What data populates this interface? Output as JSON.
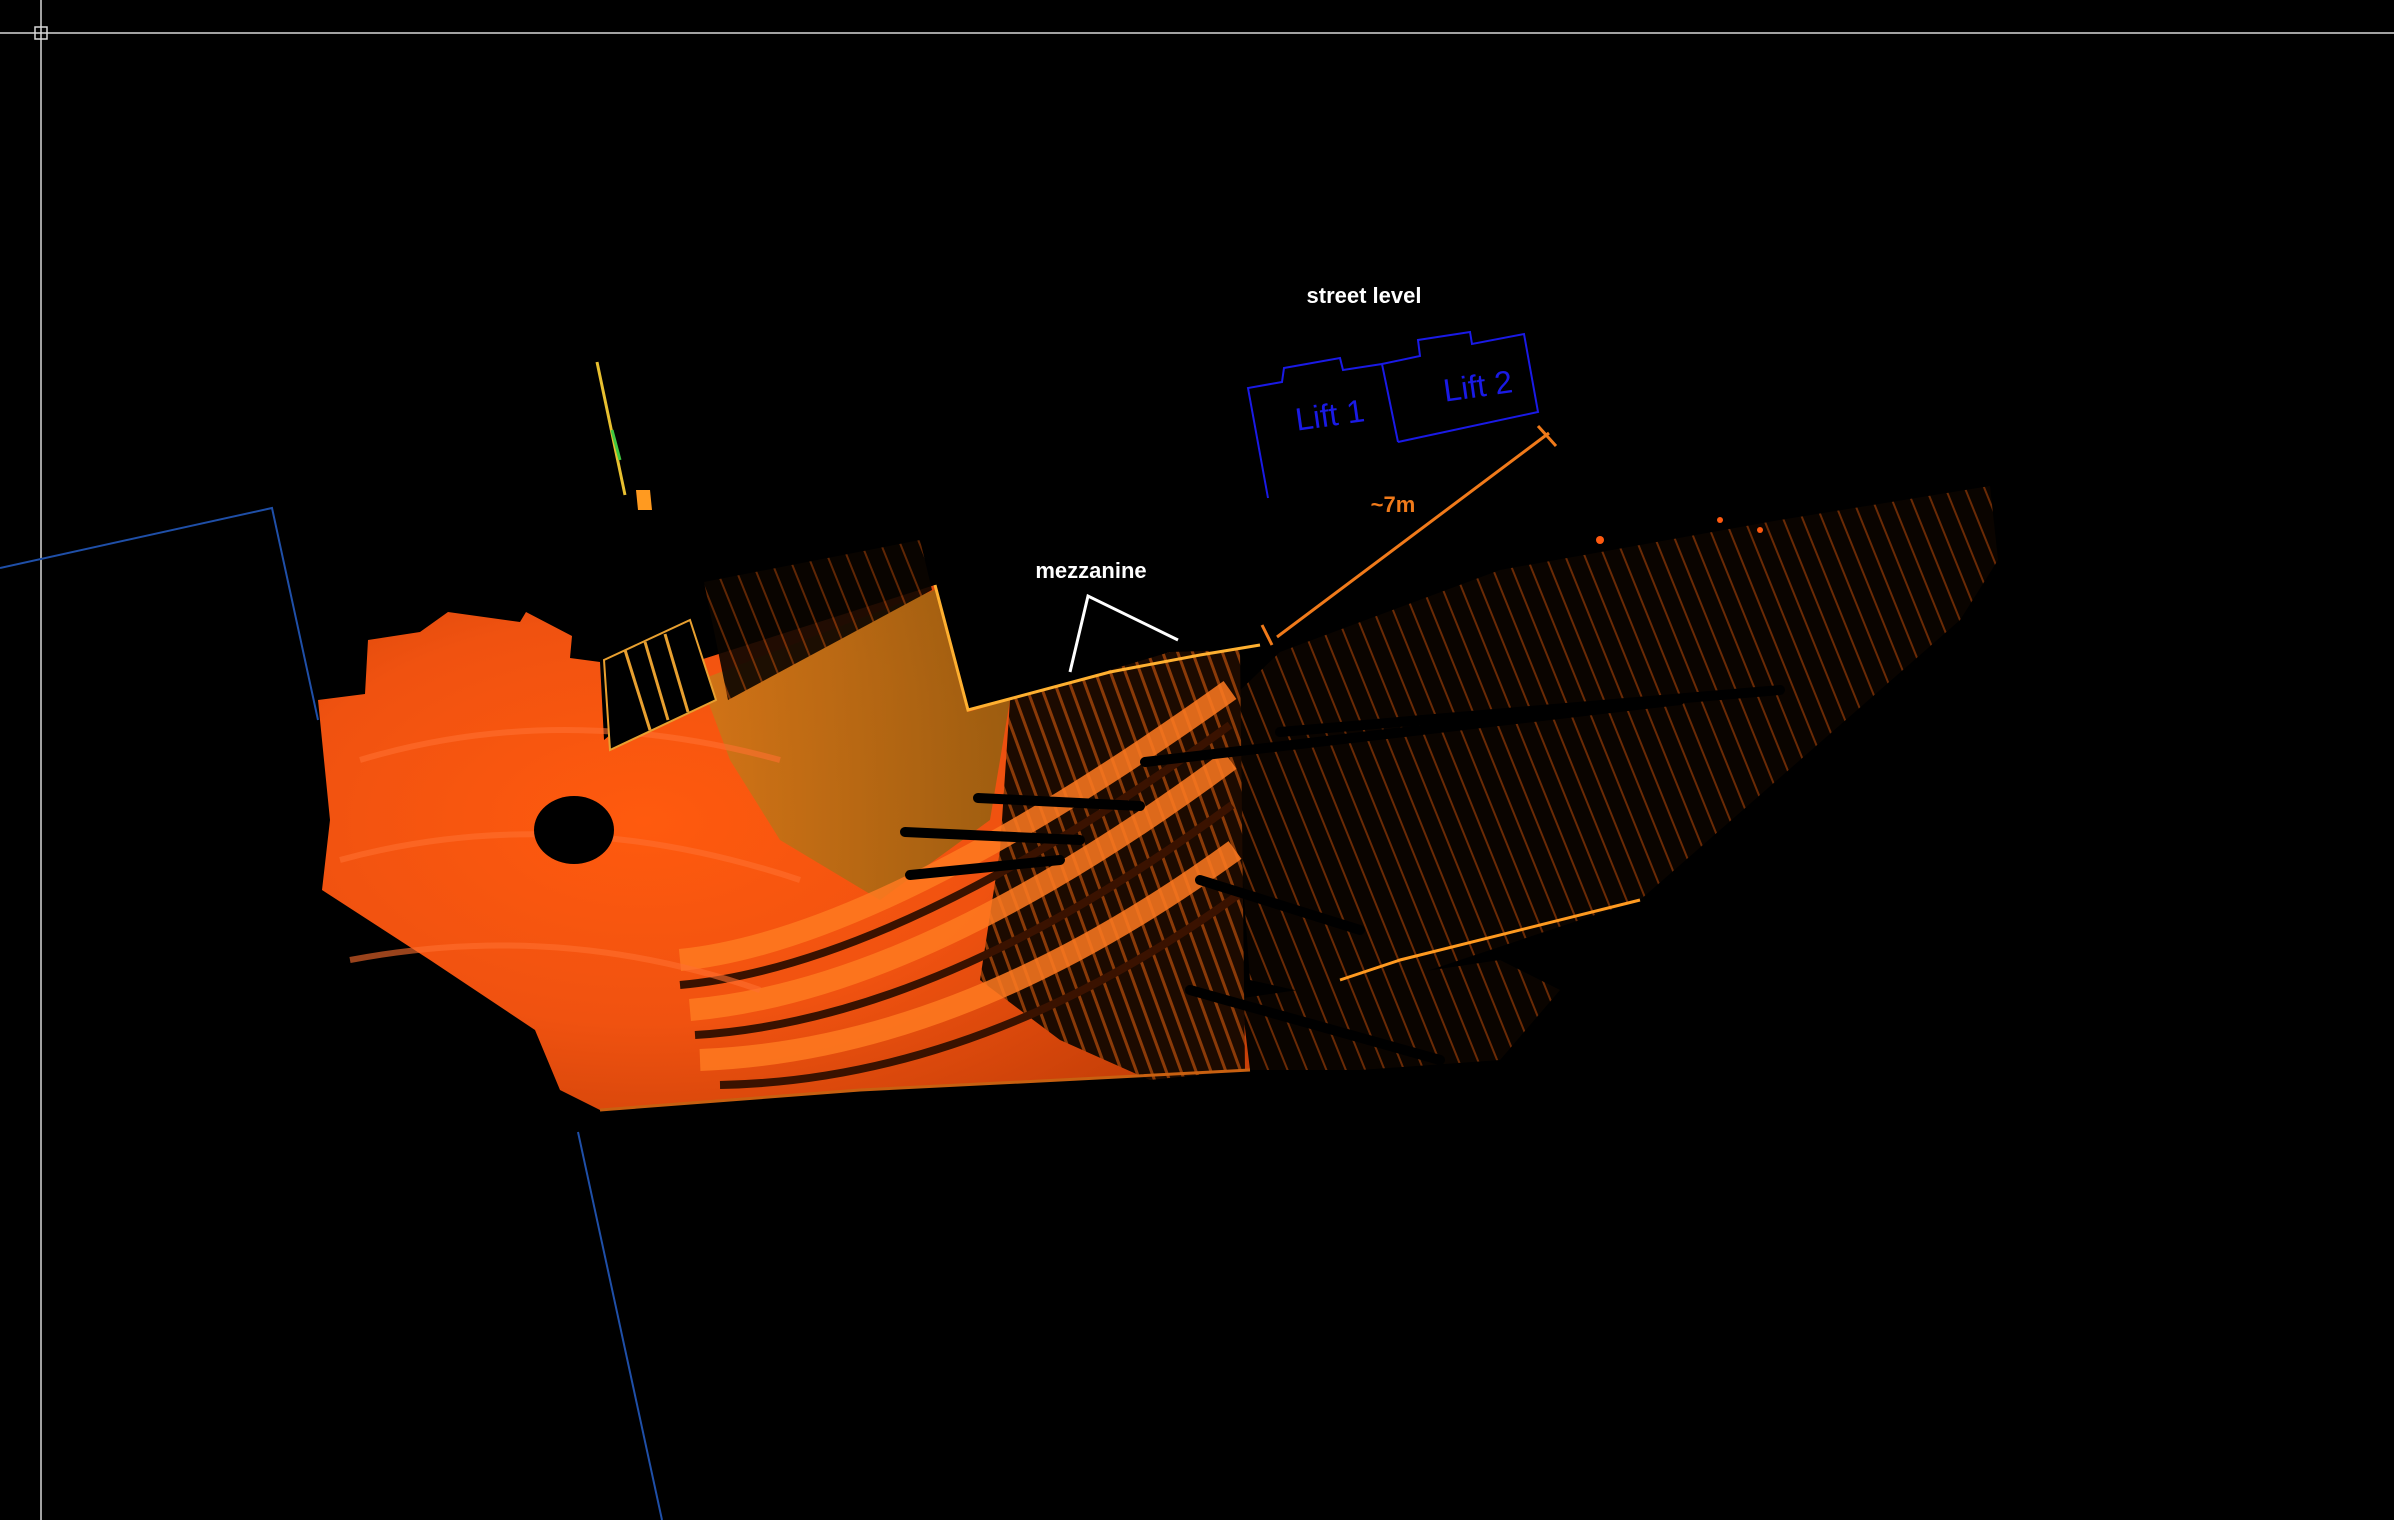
{
  "viewer": {
    "background": "#000000",
    "crosshair_color": "#d8d8d8",
    "boundary_color": "#1f4fa8"
  },
  "annotations": {
    "street_level": "street level",
    "mezzanine": "mezzanine",
    "distance": "~7m",
    "lift_1": "Lift 1",
    "lift_2": "Lift 2"
  },
  "colors": {
    "label_white": "#ffffff",
    "distance_orange": "#f07a1a",
    "lift_blue": "#1a1ae6",
    "cloud_hot": "#ff5a10",
    "cloud_warm": "#ff8a2a",
    "cloud_yellow": "#c8a820",
    "cloud_dark": "#3a1800"
  }
}
